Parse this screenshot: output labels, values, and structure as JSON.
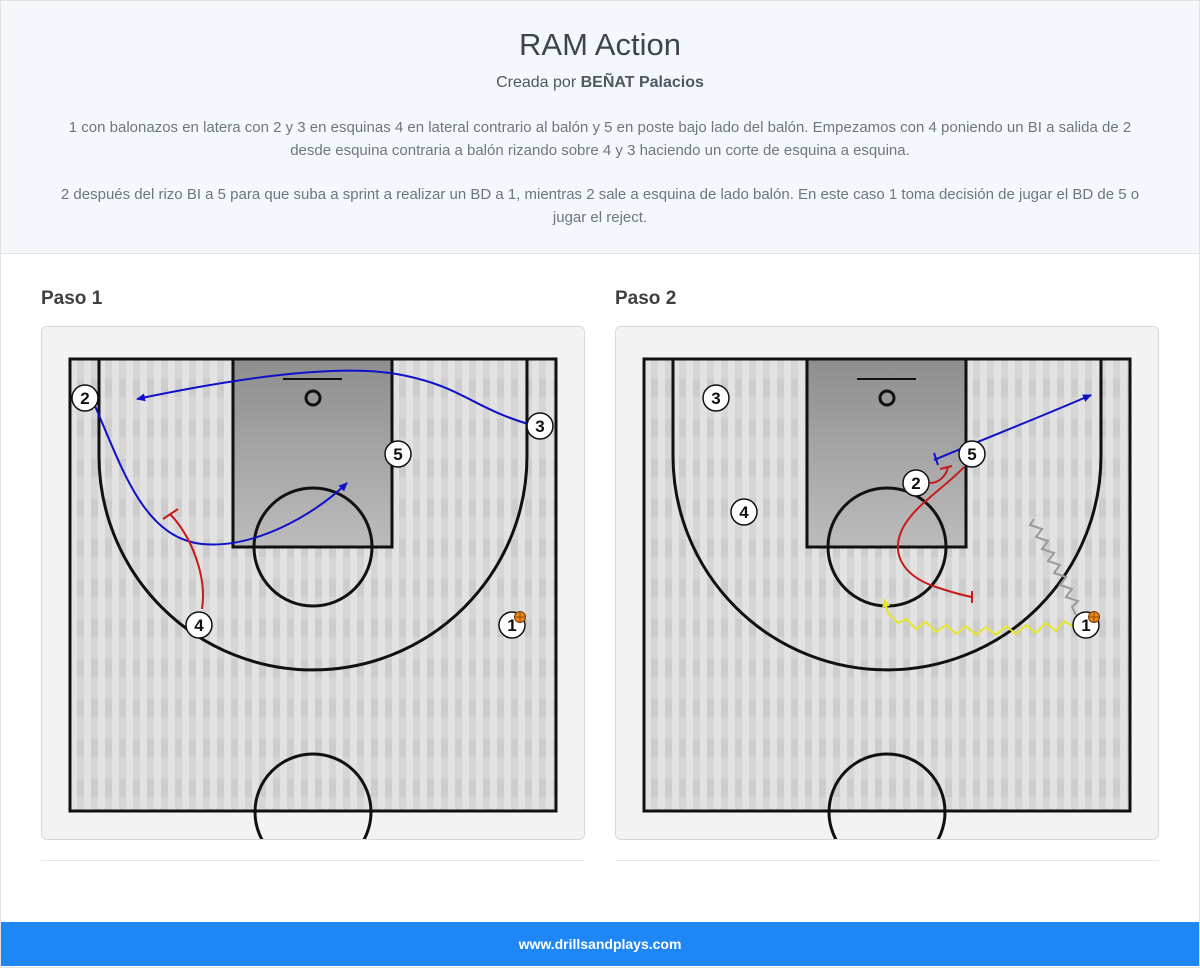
{
  "header": {
    "title": "RAM Action",
    "byline_prefix": "Creada por",
    "author": "BEÑAT Palacios",
    "description_1": "1 con balonazos en latera con 2 y 3 en esquinas 4 en lateral contrario al balón y 5 en poste bajo lado del balón. Empezamos con 4 poniendo un BI a salida de 2 desde esquina contraria a balón rizando sobre 4 y 3 haciendo un corte de esquina a esquina.",
    "description_2": "2 después del rizo BI a 5 para que suba a sprint a realizar un BD a 1, mientras 2 sale a esquina de lado balón. En este caso 1 toma decisión de jugar el BD de 5 o jugar el reject."
  },
  "steps": [
    {
      "label": "Paso 1",
      "players": [
        "1",
        "2",
        "3",
        "4",
        "5"
      ]
    },
    {
      "label": "Paso 2",
      "players": [
        "1",
        "2",
        "3",
        "4",
        "5"
      ]
    }
  ],
  "colors": {
    "cut": "#1010c8",
    "screen": "#c81a1a",
    "dribble": "#e6e62a",
    "pass": "#9a9a9a",
    "footer": "#1f87f5"
  },
  "footer": {
    "site": "www.drillsandplays.com"
  }
}
